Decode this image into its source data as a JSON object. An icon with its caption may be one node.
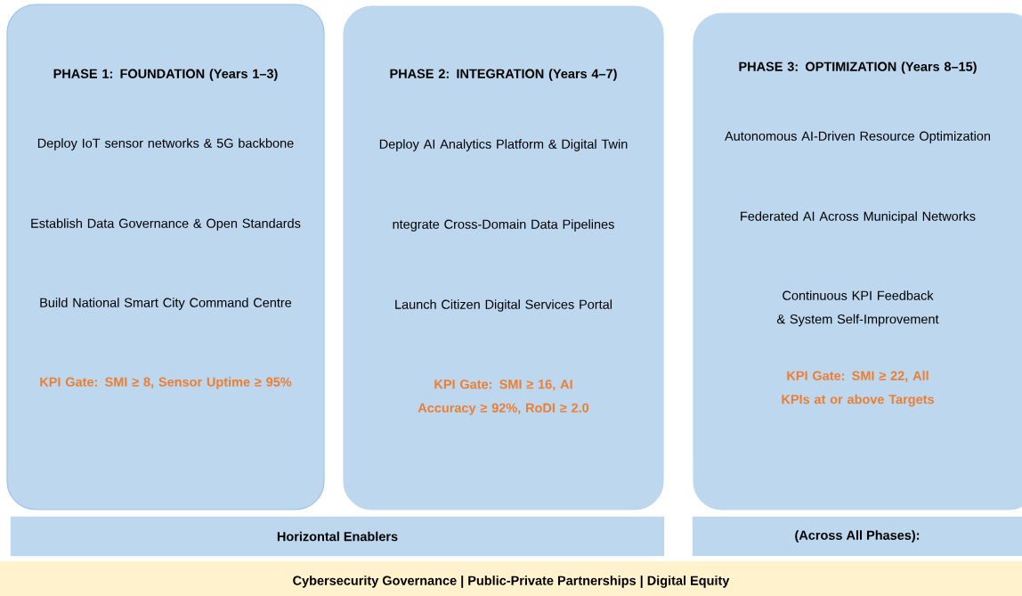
{
  "diagram": {
    "nodes": [
      {
        "text": [
          "PHASE 1: FOUNDATION (Years 1–3)",
          "Deploy IoT sensor networks & 5G backbone",
          "Establish Data Governance & Open Standards",
          "Build National Smart City Command Centre",
          "KPI Gate: SMI ≥ 8, Sensor Uptime ≥ 95%"
        ]
      },
      {
        "text": [
          "PHASE 2: INTEGRATION (Years 4–7)",
          "Deploy AI Analytics Platform & Digital Twin",
          "ntegrate Cross-Domain Data Pipelines",
          "Launch Citizen Digital Services Portal",
          "KPI Gate: SMI ≥ 16, AI Accuracy ≥ 92%, RoDI ≥ 2.0"
        ]
      },
      {
        "text": [
          "PHASE 3: OPTIMIZATION (Years 8–15)",
          "Autonomous AI-Driven Resource Optimization",
          "Federated AI Across Municipal Networks",
          "Continuous KPI Feedback & System Self-Improvement",
          "KPI Gate: SMI ≥ 22, All KPIs at or above Targets"
        ]
      },
      {
        "text": [
          "Horizontal Enablers"
        ]
      },
      {
        "text": [
          "(Across All Phases):"
        ]
      },
      {
        "text": [
          "Cybersecurity Governance | Public-Private Partnerships | Digital Equity"
        ]
      }
    ]
  }
}
